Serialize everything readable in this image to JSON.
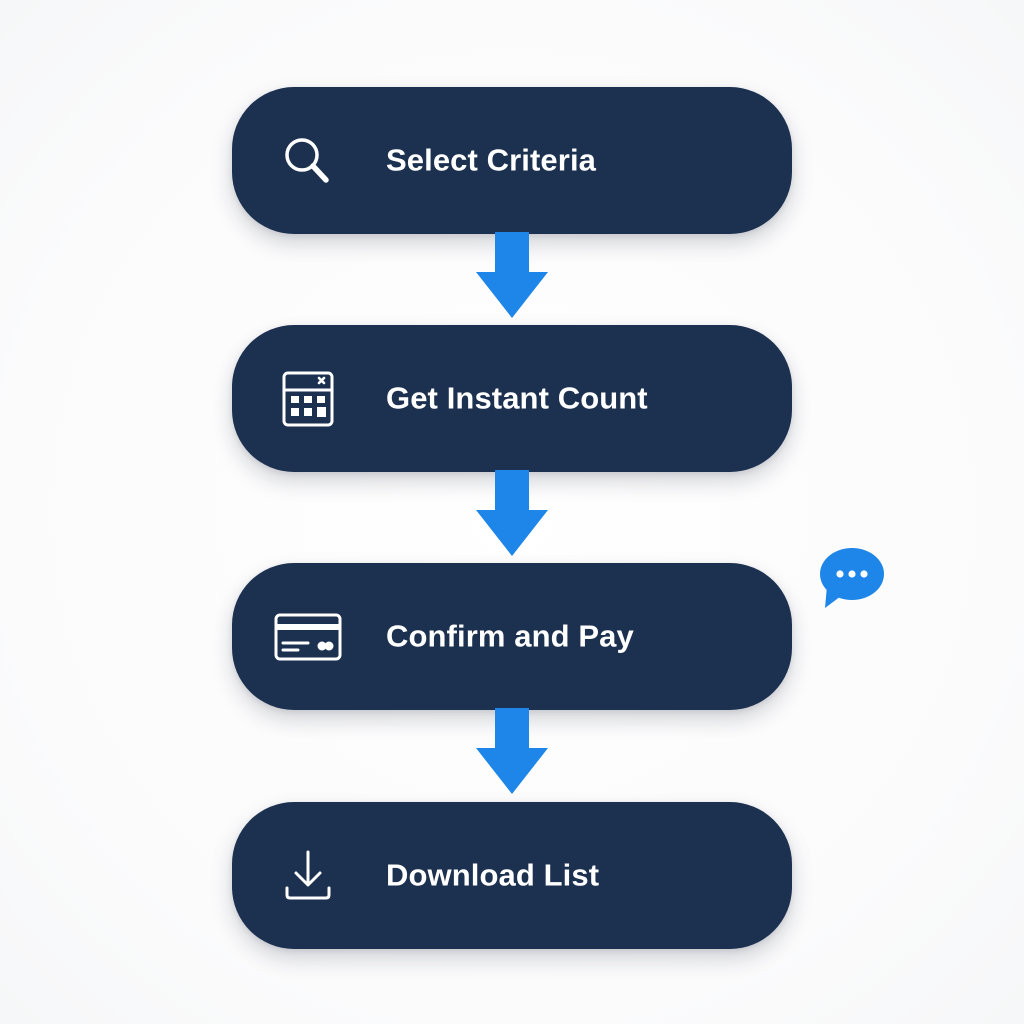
{
  "diagram": {
    "type": "vertical-process-flow",
    "colors": {
      "card_background": "#1c3150",
      "card_text": "#ffffff",
      "arrow": "#1e86e8",
      "chat_bubble": "#1e86e8",
      "page_background": "#ffffff"
    },
    "steps": [
      {
        "label": "Select Criteria",
        "icon": "search-icon"
      },
      {
        "label": "Get Instant Count",
        "icon": "calculator-icon"
      },
      {
        "label": "Confirm and Pay",
        "icon": "credit-card-icon"
      },
      {
        "label": "Download List",
        "icon": "download-icon"
      }
    ],
    "connectors": [
      {
        "from": 0,
        "to": 1,
        "icon": "arrow-down-icon"
      },
      {
        "from": 1,
        "to": 2,
        "icon": "arrow-down-icon"
      },
      {
        "from": 2,
        "to": 3,
        "icon": "arrow-down-icon"
      }
    ],
    "chat_widget": {
      "icon": "chat-bubble-icon",
      "dots": "..."
    }
  }
}
